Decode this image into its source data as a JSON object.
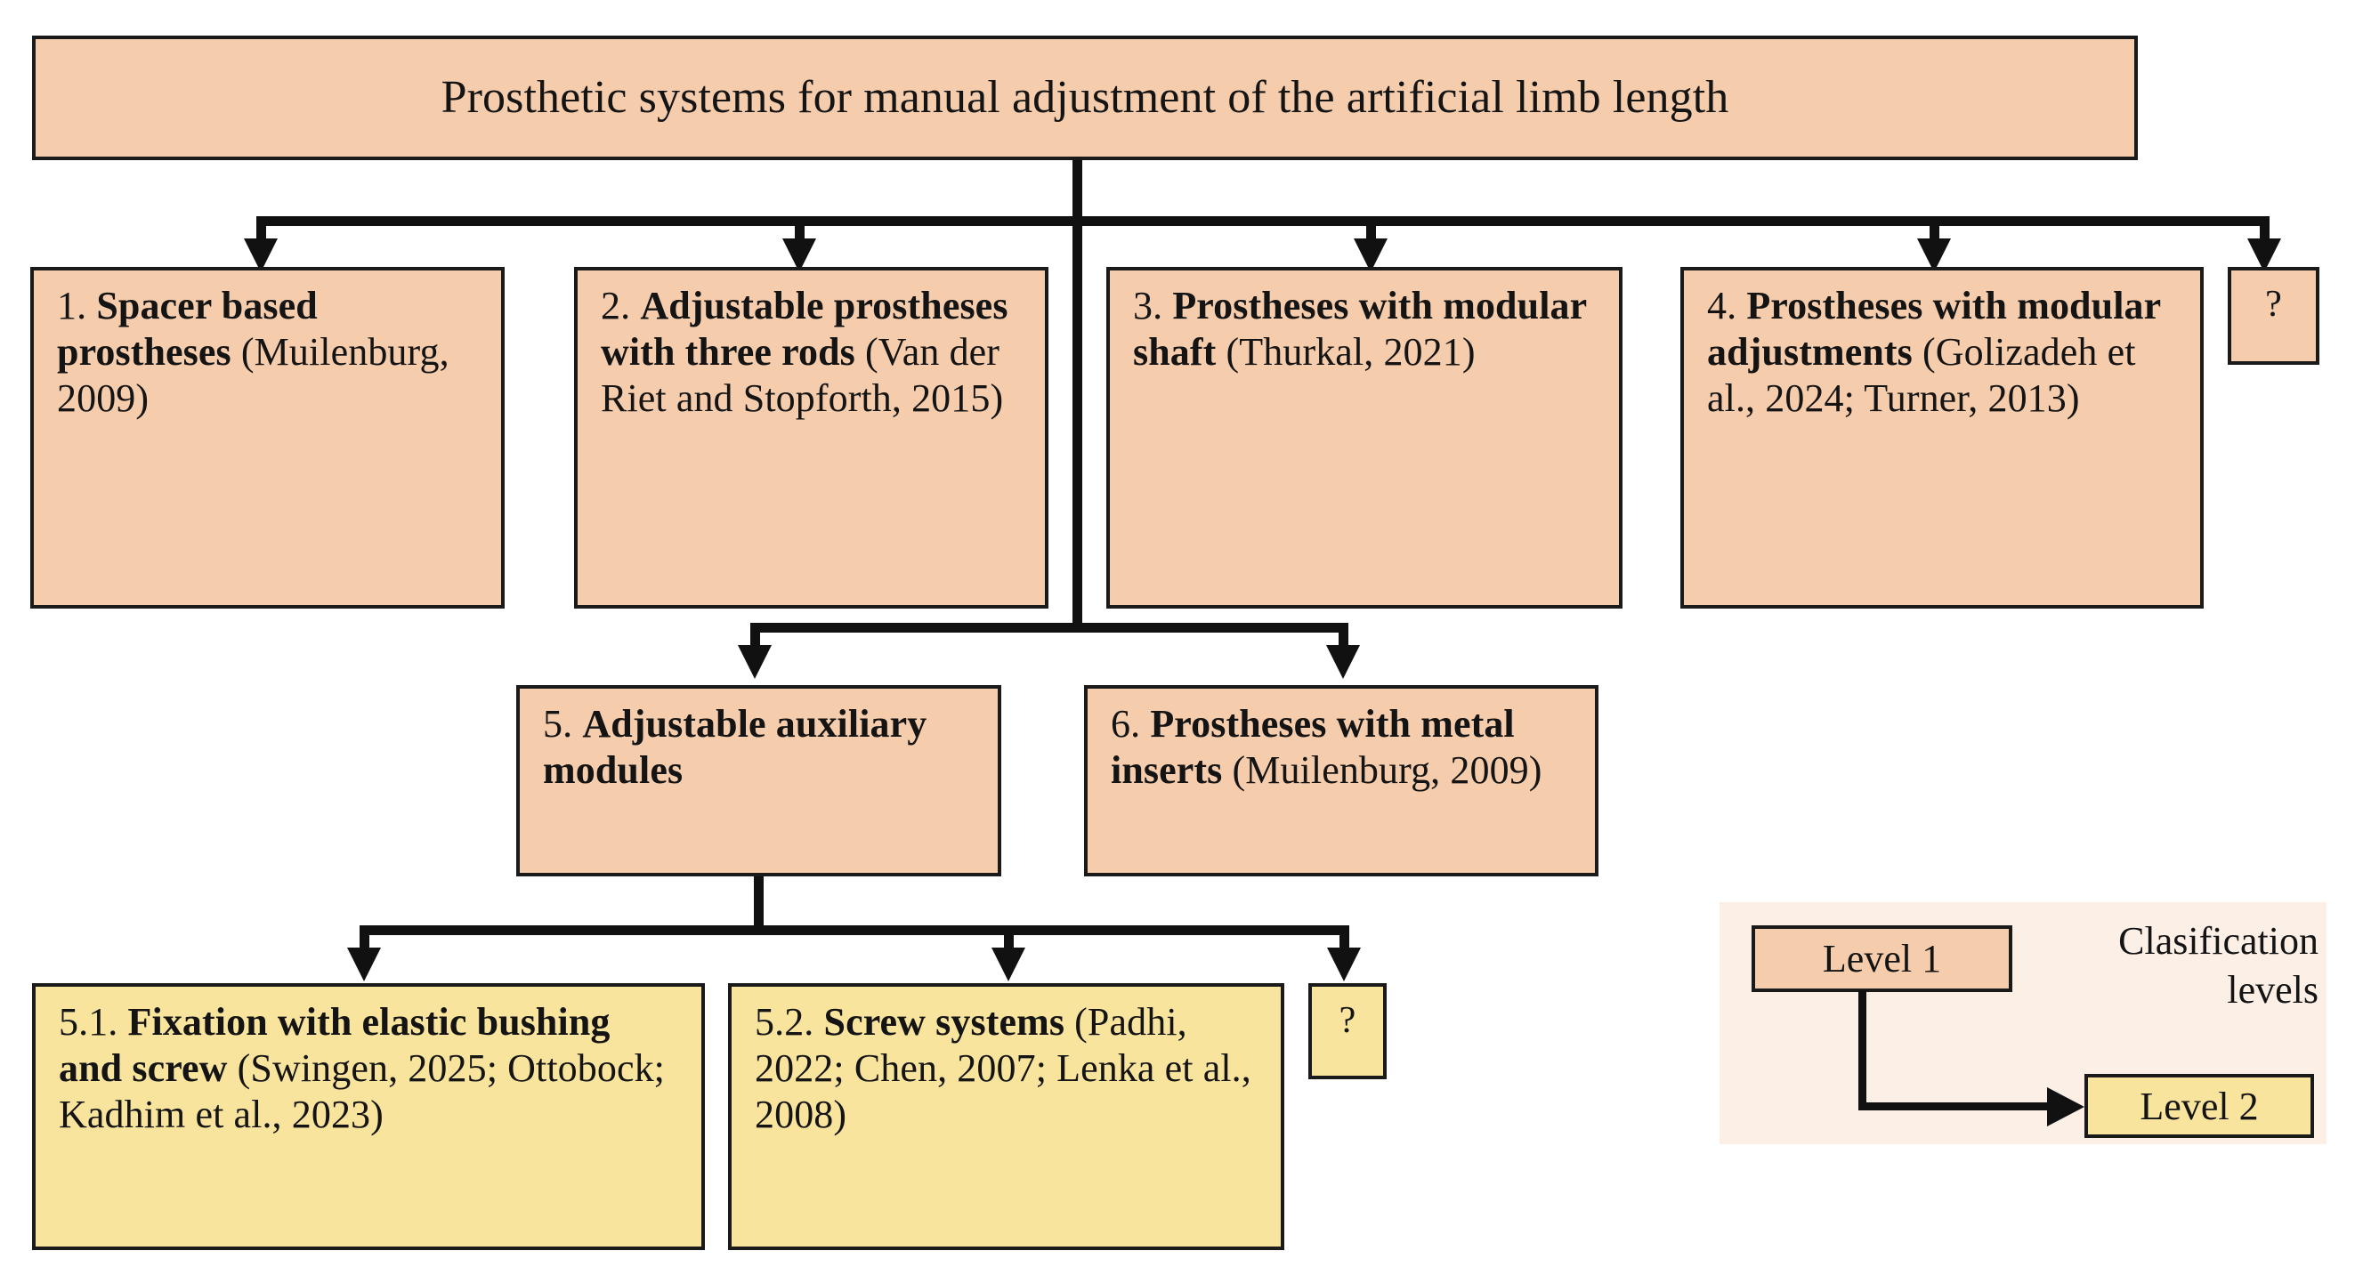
{
  "diagram": {
    "type": "hierarchy-tree",
    "title_node": {
      "label": "Prosthetic systems for manual adjustment of the artificial limb length",
      "level": 0,
      "color": "#f5ccac"
    },
    "level1": [
      {
        "id": "n1",
        "number": "1.",
        "bold": "Spacer based prostheses",
        "citation": "(Muilenburg, 2009)",
        "color": "#f5ccac"
      },
      {
        "id": "n2",
        "number": "2.",
        "bold": "Adjustable prostheses with three rods",
        "citation": "(Van der Riet and Stopforth, 2015)",
        "color": "#f5ccac"
      },
      {
        "id": "n3",
        "number": "3.",
        "bold": "Prostheses with modular shaft",
        "citation": "(Thurkal, 2021)",
        "color": "#f5ccac"
      },
      {
        "id": "n4",
        "number": "4.",
        "bold": "Prostheses with modular adjustments",
        "citation": "(Golizadeh et al., 2024; Turner, 2013)",
        "color": "#f5ccac"
      },
      {
        "id": "n5",
        "number": "5.",
        "bold": "Adjustable auxiliary modules",
        "citation": "",
        "color": "#f5ccac"
      },
      {
        "id": "n6",
        "number": "6.",
        "bold": "Prostheses with metal inserts",
        "citation": "(Muilenburg, 2009)",
        "color": "#f5ccac"
      }
    ],
    "level1_unknown": {
      "id": "q1",
      "label": "?",
      "color": "#f5ccac"
    },
    "level2": [
      {
        "id": "n51",
        "number": "5.1.",
        "bold": "Fixation with elastic bushing and screw",
        "citation": "(Swingen, 2025; Ottobock; Kadhim et al., 2023)",
        "color": "#f8e49c"
      },
      {
        "id": "n52",
        "number": "5.2.",
        "bold": "Screw systems",
        "citation": "(Padhi, 2022; Chen, 2007; Lenka et al., 2008)",
        "color": "#f8e49c"
      }
    ],
    "level2_unknown": {
      "id": "q2",
      "label": "?",
      "color": "#f8e49c"
    },
    "legend": {
      "caption_line1": "Clasification",
      "caption_line2": "levels",
      "level1_label": "Level 1",
      "level2_label": "Level 2",
      "panel_color": "#fcefe6",
      "level1_color": "#f5ccac",
      "level2_color": "#f8e49c"
    },
    "stroke_color": "#111111"
  }
}
